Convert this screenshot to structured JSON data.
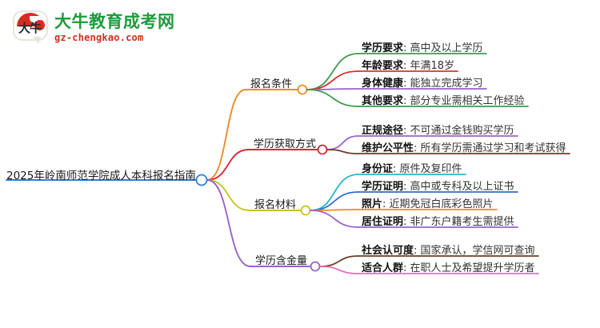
{
  "logo": {
    "mark_glyph": "大牛",
    "title": "大牛教育成考网",
    "subtitle": "gz-chengkao.com",
    "title_color": "#1f9a3d",
    "subtitle_color": "#d92b20",
    "mark_color": "#d92b20"
  },
  "mindmap": {
    "root": {
      "label": "2025年岭南师范学院成人本科报名指南",
      "node_color": "#2f7fd1",
      "line_color": "#2f7fd1"
    },
    "branches": [
      {
        "label": "报名条件",
        "color": "#f08a24",
        "leaves": [
          {
            "key": "学历要求",
            "value": "高中及以上学历",
            "color": "#3c9a4e"
          },
          {
            "key": "年龄要求",
            "value": "年满18岁",
            "color": "#e0302a"
          },
          {
            "key": "身体健康",
            "value": "能独立完成学习",
            "color": "#9b63c9"
          },
          {
            "key": "其他要求",
            "value": "部分专业需相关工作经验",
            "color": "#3c9a4e"
          }
        ]
      },
      {
        "label": "学历获取方式",
        "color": "#d6283a",
        "leaves": [
          {
            "key": "正规途径",
            "value": "不可通过金钱购买学历",
            "color": "#9b63c9"
          },
          {
            "key": "维护公平性",
            "value": "所有学历需通过学习和考试获得",
            "color": "#6b3f26"
          }
        ]
      },
      {
        "label": "报名材料",
        "color": "#c9c324",
        "leaves": [
          {
            "key": "身份证",
            "value": "原件及复印件",
            "color": "#29b6cf"
          },
          {
            "key": "学历证明",
            "value": "高中或专科及以上证书",
            "color": "#2f6fc4"
          },
          {
            "key": "照片",
            "value": "近期免冠白底彩色照片",
            "color": "#f08a24"
          },
          {
            "key": "居住证明",
            "value": "非广东户籍考生需提供",
            "color": "#9b63c9"
          }
        ]
      },
      {
        "label": "学历含金量",
        "color": "#9b63c9",
        "leaves": [
          {
            "key": "社会认可度",
            "value": "国家承认，学信网可查询",
            "color": "#6b3f26"
          },
          {
            "key": "适合人群",
            "value": "在职人士及希望提升学历者",
            "color": "#e86fc0"
          }
        ]
      }
    ]
  }
}
